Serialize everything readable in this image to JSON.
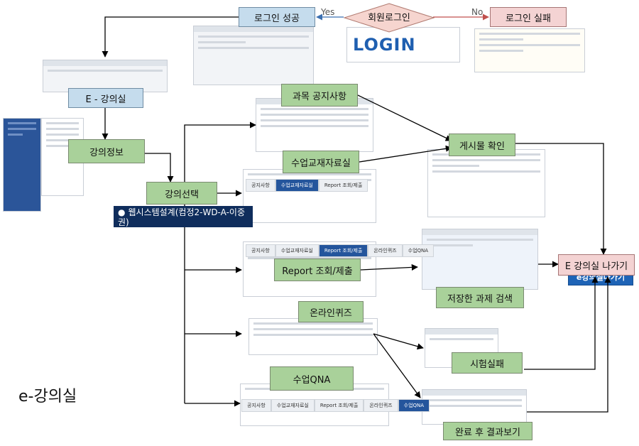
{
  "nodes": {
    "member_login": "회원로그인",
    "login_success": "로그인 성공",
    "login_fail": "로그인 실패",
    "e_classroom": "E - 강의실",
    "course_info": "강의정보",
    "course_select": "강의선택",
    "course_notice": "과목 공지사항",
    "post_check": "게시물 확인",
    "materials": "수업교재자료실",
    "report": "Report 조회/제출",
    "saved_search": "저장한 과제 검색",
    "quiz": "온라인퀴즈",
    "exam_fail": "시험실패",
    "qna": "수업QNA",
    "view_results": "완료 후 결과보기",
    "exit": "E 강의실 나가기"
  },
  "branch_labels": {
    "yes": "Yes",
    "no": "No"
  },
  "selected_course": "웹시스템설계(컴정2-WD-A-이중권)",
  "page_title": "e-강의실",
  "screens": {
    "login_logo": "LOGIN",
    "exit_button": "e강의실나가기",
    "tabs": [
      "공지사항",
      "수업교재자료실",
      "Report 조회/제출",
      "온라인퀴즈",
      "수업QNA"
    ]
  },
  "colors": {
    "green_box": "#a9d19a",
    "blue_box": "#c5dced",
    "pink_box": "#f4d3d3",
    "diamond": "#f6d5cf"
  }
}
